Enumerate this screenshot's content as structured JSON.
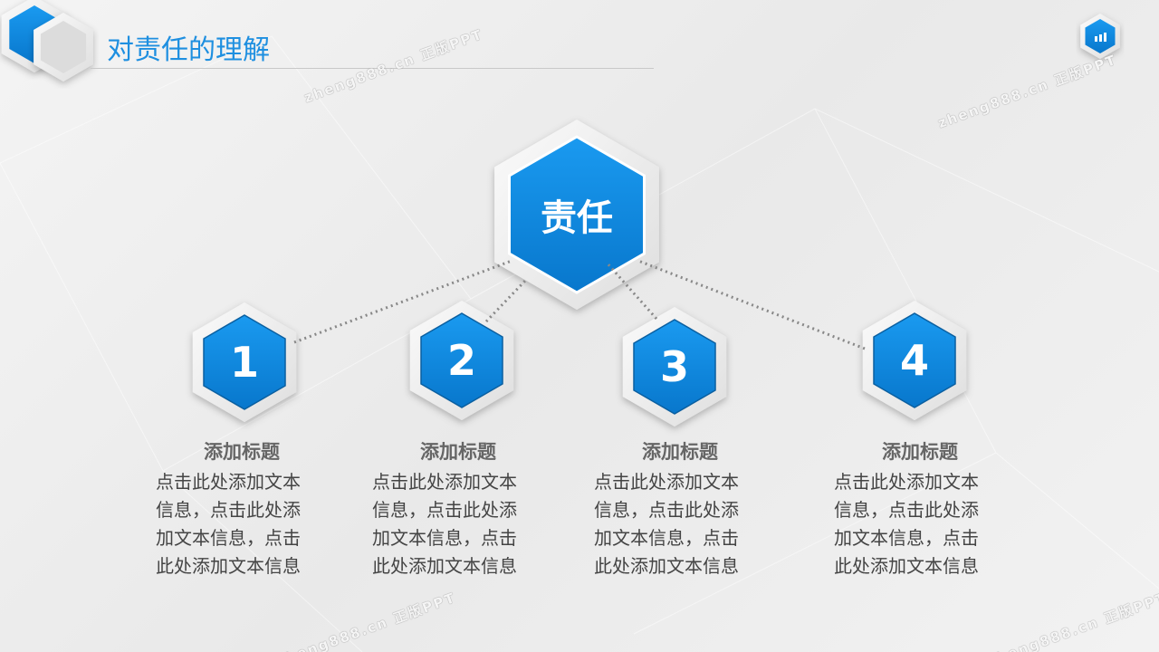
{
  "title": "对责任的理解",
  "center": {
    "label": "责任"
  },
  "items": [
    {
      "number": "1",
      "heading": "添加标题",
      "body": "点击此处添加文本信息，点击此处添加文本信息，点击此处添加文本信息"
    },
    {
      "number": "2",
      "heading": "添加标题",
      "body": "点击此处添加文本信息，点击此处添加文本信息，点击此处添加文本信息"
    },
    {
      "number": "3",
      "heading": "添加标题",
      "body": "点击此处添加文本信息，点击此处添加文本信息，点击此处添加文本信息"
    },
    {
      "number": "4",
      "heading": "添加标题",
      "body": "点击此处添加文本信息，点击此处添加文本信息，点击此处添加文本信息"
    }
  ],
  "watermark": "zheng888.cn 正版PPT",
  "colors": {
    "accent": "#1e8fe0",
    "hex_blue": "#0a84d8"
  }
}
